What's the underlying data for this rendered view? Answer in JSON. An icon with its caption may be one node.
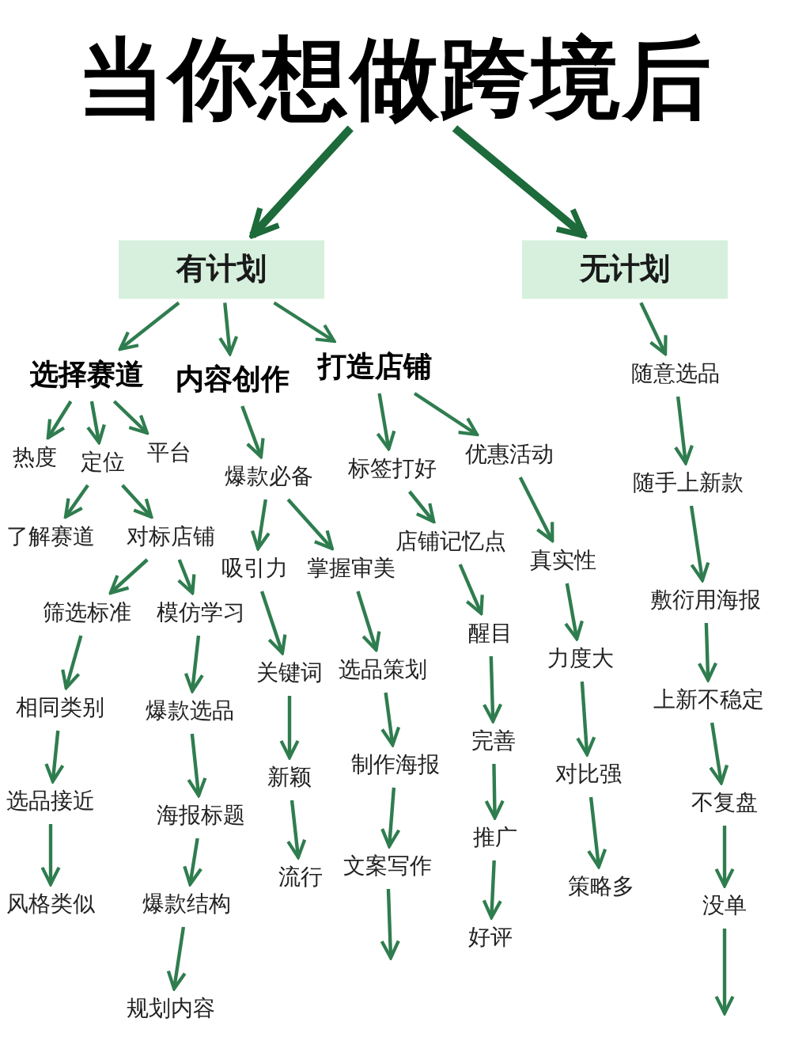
{
  "diagram": {
    "nodes": [
      {
        "text": [
          "当你想做跨境后"
        ]
      },
      {
        "text": [
          "有计划"
        ]
      },
      {
        "text": [
          "无计划"
        ]
      },
      {
        "text": [
          "选择赛道"
        ]
      },
      {
        "text": [
          "内容创作"
        ]
      },
      {
        "text": [
          "打造店铺"
        ]
      },
      {
        "text": [
          "热度"
        ]
      },
      {
        "text": [
          "定位"
        ]
      },
      {
        "text": [
          "平台"
        ]
      },
      {
        "text": [
          "了解赛道"
        ]
      },
      {
        "text": [
          "对标店铺"
        ]
      },
      {
        "text": [
          "筛选标准"
        ]
      },
      {
        "text": [
          "模仿学习"
        ]
      },
      {
        "text": [
          "相同类别"
        ]
      },
      {
        "text": [
          "爆款选品"
        ]
      },
      {
        "text": [
          "选品接近"
        ]
      },
      {
        "text": [
          "海报标题"
        ]
      },
      {
        "text": [
          "风格类似"
        ]
      },
      {
        "text": [
          "爆款结构"
        ]
      },
      {
        "text": [
          "规划内容"
        ]
      },
      {
        "text": [
          "爆款必备"
        ]
      },
      {
        "text": [
          "吸引力"
        ]
      },
      {
        "text": [
          "掌握审美"
        ]
      },
      {
        "text": [
          "关键词"
        ]
      },
      {
        "text": [
          "新颖"
        ]
      },
      {
        "text": [
          "流行"
        ]
      },
      {
        "text": [
          "选品策划"
        ]
      },
      {
        "text": [
          "制作海报"
        ]
      },
      {
        "text": [
          "文案写作"
        ]
      },
      {
        "text": [
          "标签打好"
        ]
      },
      {
        "text": [
          "优惠活动"
        ]
      },
      {
        "text": [
          "店铺记忆点"
        ]
      },
      {
        "text": [
          "真实性"
        ]
      },
      {
        "text": [
          "醒目"
        ]
      },
      {
        "text": [
          "力度大"
        ]
      },
      {
        "text": [
          "完善"
        ]
      },
      {
        "text": [
          "推广"
        ]
      },
      {
        "text": [
          "好评"
        ]
      },
      {
        "text": [
          "对比强"
        ]
      },
      {
        "text": [
          "策略多"
        ]
      },
      {
        "text": [
          "随意选品"
        ]
      },
      {
        "text": [
          "随手上新款"
        ]
      },
      {
        "text": [
          "敷衍用海报"
        ]
      },
      {
        "text": [
          "上新不稳定"
        ]
      },
      {
        "text": [
          "不复盘"
        ]
      },
      {
        "text": [
          "没单"
        ]
      }
    ],
    "edges": [
      {
        "from": 0,
        "to": 1,
        "arrow": "to",
        "style": "thick"
      },
      {
        "from": 0,
        "to": 2,
        "arrow": "to",
        "style": "thick"
      },
      {
        "from": 1,
        "to": 3,
        "arrow": "to"
      },
      {
        "from": 1,
        "to": 4,
        "arrow": "to"
      },
      {
        "from": 1,
        "to": 5,
        "arrow": "to"
      },
      {
        "from": 2,
        "to": 40,
        "arrow": "to"
      },
      {
        "from": 3,
        "to": 6,
        "arrow": "to"
      },
      {
        "from": 3,
        "to": 7,
        "arrow": "to"
      },
      {
        "from": 3,
        "to": 8,
        "arrow": "to"
      },
      {
        "from": 7,
        "to": 9,
        "arrow": "to"
      },
      {
        "from": 7,
        "to": 10,
        "arrow": "to"
      },
      {
        "from": 10,
        "to": 11,
        "arrow": "to"
      },
      {
        "from": 10,
        "to": 12,
        "arrow": "to"
      },
      {
        "from": 11,
        "to": 13,
        "arrow": "to"
      },
      {
        "from": 13,
        "to": 15,
        "arrow": "to"
      },
      {
        "from": 15,
        "to": 17,
        "arrow": "to"
      },
      {
        "from": 12,
        "to": 14,
        "arrow": "to"
      },
      {
        "from": 14,
        "to": 16,
        "arrow": "to"
      },
      {
        "from": 16,
        "to": 18,
        "arrow": "to"
      },
      {
        "from": 18,
        "to": 19,
        "arrow": "to"
      },
      {
        "from": 4,
        "to": 20,
        "arrow": "to"
      },
      {
        "from": 20,
        "to": 21,
        "arrow": "to"
      },
      {
        "from": 20,
        "to": 22,
        "arrow": "to"
      },
      {
        "from": 21,
        "to": 23,
        "arrow": "to"
      },
      {
        "from": 23,
        "to": 24,
        "arrow": "to"
      },
      {
        "from": 24,
        "to": 25,
        "arrow": "to"
      },
      {
        "from": 22,
        "to": 26,
        "arrow": "to"
      },
      {
        "from": 26,
        "to": 27,
        "arrow": "to"
      },
      {
        "from": 27,
        "to": 28,
        "arrow": "to"
      },
      {
        "from": 28,
        "to": null,
        "arrow": "to"
      },
      {
        "from": 5,
        "to": 29,
        "arrow": "to"
      },
      {
        "from": 5,
        "to": 30,
        "arrow": "to"
      },
      {
        "from": 29,
        "to": 31,
        "arrow": "to"
      },
      {
        "from": 31,
        "to": 33,
        "arrow": "to"
      },
      {
        "from": 33,
        "to": 35,
        "arrow": "to"
      },
      {
        "from": 35,
        "to": 36,
        "arrow": "to"
      },
      {
        "from": 36,
        "to": 37,
        "arrow": "to"
      },
      {
        "from": 30,
        "to": 32,
        "arrow": "to"
      },
      {
        "from": 32,
        "to": 34,
        "arrow": "to"
      },
      {
        "from": 34,
        "to": 38,
        "arrow": "to"
      },
      {
        "from": 38,
        "to": 39,
        "arrow": "to"
      },
      {
        "from": 40,
        "to": 41,
        "arrow": "to"
      },
      {
        "from": 41,
        "to": 42,
        "arrow": "to"
      },
      {
        "from": 42,
        "to": 43,
        "arrow": "to"
      },
      {
        "from": 43,
        "to": 44,
        "arrow": "to"
      },
      {
        "from": 44,
        "to": 45,
        "arrow": "to"
      },
      {
        "from": 45,
        "to": null,
        "arrow": "to"
      }
    ]
  }
}
